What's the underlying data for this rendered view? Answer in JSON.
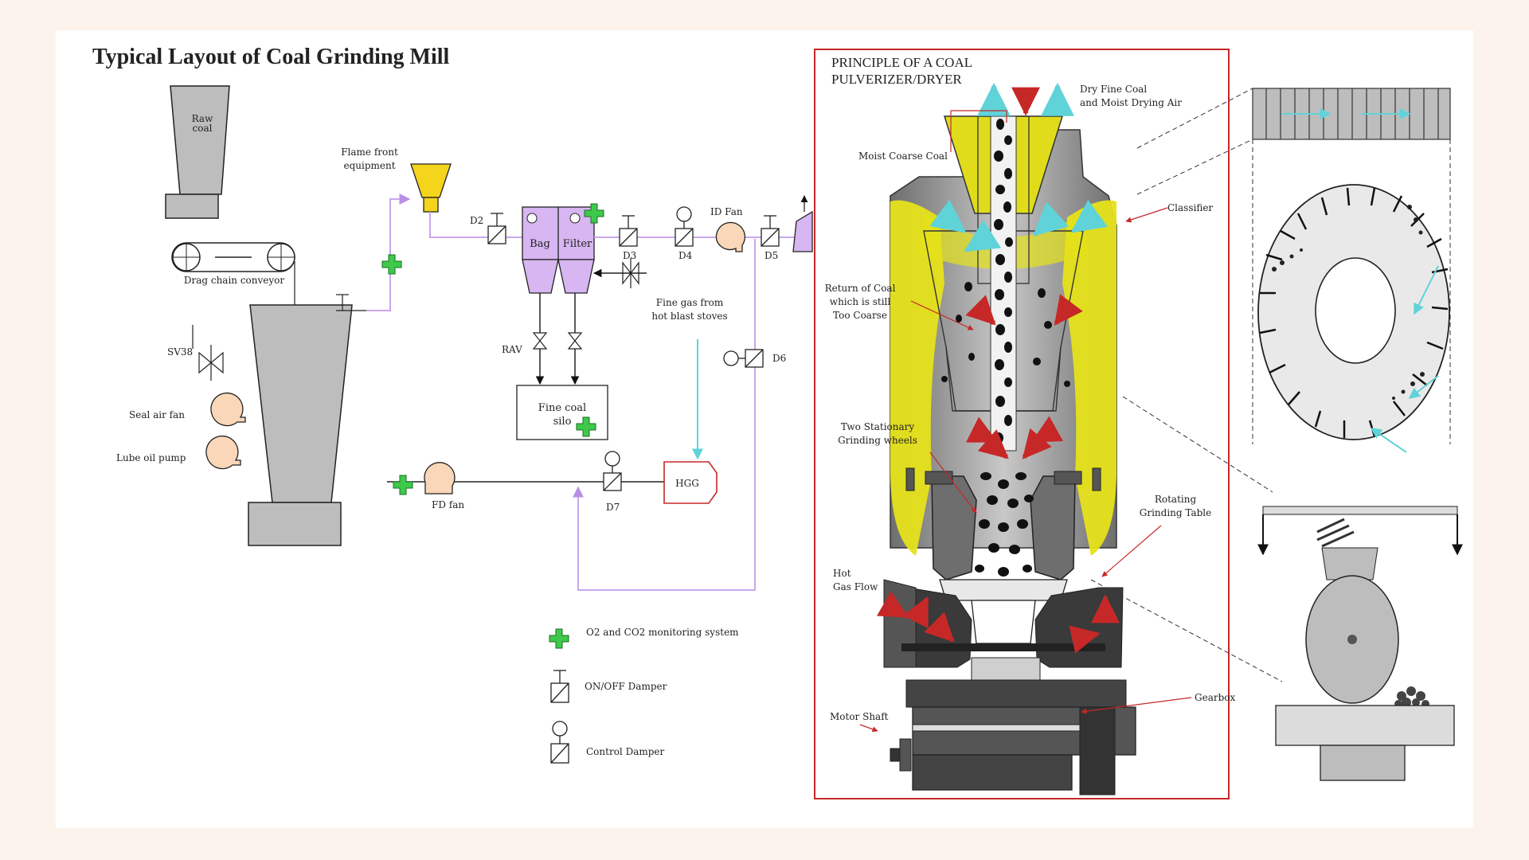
{
  "title": "Typical Layout of Coal Grinding Mill",
  "left_labels": {
    "raw_coal_1": "Raw",
    "raw_coal_2": "coal",
    "drag_chain": "Drag chain conveyor",
    "sv38": "SV38",
    "seal_air_fan": "Seal air fan",
    "lube_oil_pump": "Lube oil pump",
    "flame_front_1": "Flame front",
    "flame_front_2": "equipment",
    "d2": "D2",
    "bag": "Bag",
    "filter": "Filter",
    "d3": "D3",
    "d4": "D4",
    "id_fan": "ID Fan",
    "d5": "D5",
    "fine_gas_1": "Fine gas from",
    "fine_gas_2": "hot blast stoves",
    "rav": "RAV",
    "fine_silo_1": "Fine coal",
    "fine_silo_2": "silo",
    "d6": "D6",
    "d7": "D7",
    "fd_fan": "FD fan",
    "hgg": "HGG"
  },
  "legend": {
    "o2": "O2 and CO2 monitoring system",
    "onoff": "ON/OFF Damper",
    "control": "Control Damper"
  },
  "panel": {
    "title_1": "PRINCIPLE OF A COAL",
    "title_2": "PULVERIZER/DRYER",
    "dry_fine_1": "Dry Fine Coal",
    "dry_fine_2": "and Moist Drying Air",
    "moist_coarse": "Moist Coarse Coal",
    "classifier": "Classifier",
    "return_1": "Return of Coal",
    "return_2": "which is still",
    "return_3": "Too Coarse",
    "wheels_1": "Two Stationary",
    "wheels_2": "Grinding wheels",
    "table_1": "Rotating",
    "table_2": "Grinding Table",
    "hot_gas_1": "Hot",
    "hot_gas_2": "Gas Flow",
    "gearbox": "Gearbox",
    "motor_shaft": "Motor Shaft"
  },
  "colors": {
    "flow_line": "#c9a7ec",
    "equipment_gray": "#bdbdbd",
    "bag_filter": "#d7b6f2",
    "fan": "#f9d7b8",
    "monitor_green": "#3ec94a",
    "hgg_red": "#c62828",
    "panel_border": "#c62828",
    "hot_yellow": "#e6e21a",
    "arrow_red": "#e02020",
    "arrow_blue": "#3aa7e6",
    "arrow_cyan": "#5fd3d8"
  }
}
